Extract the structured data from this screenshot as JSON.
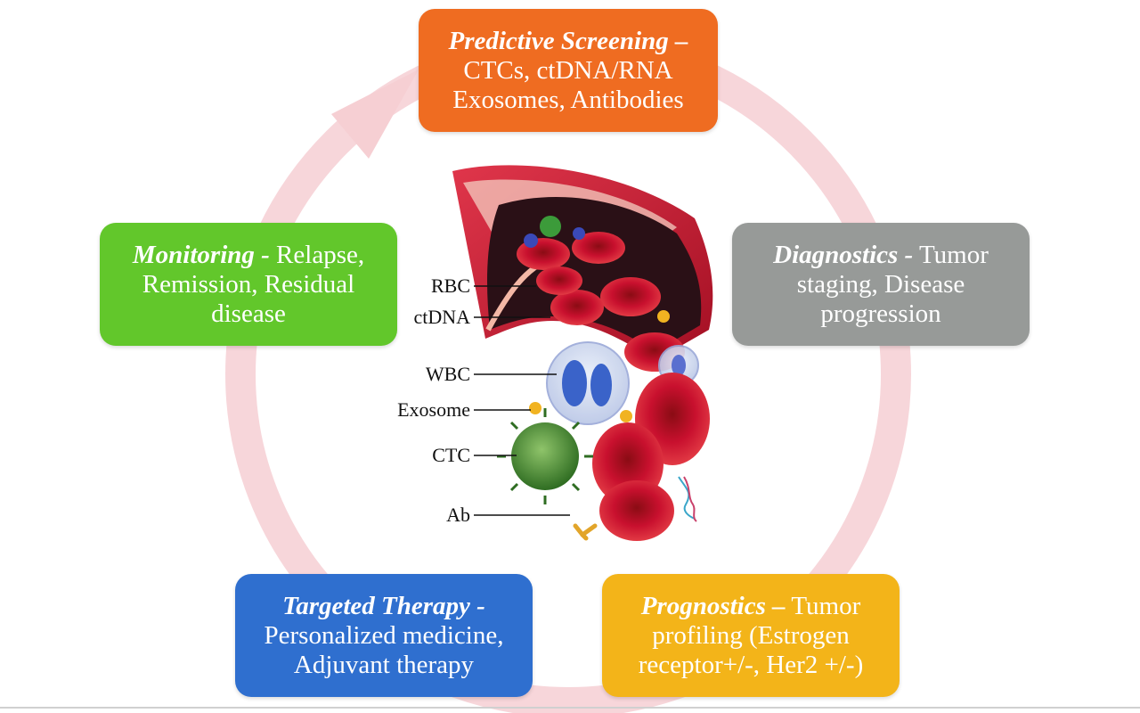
{
  "colors": {
    "cycle_ring": "#f6cfd3",
    "screening": "#ef6c21",
    "monitoring": "#62c72b",
    "diagnostics": "#979a98",
    "therapy": "#2f6fcf",
    "prognostics": "#f3b419",
    "blood_red": "#c8102e"
  },
  "boxes": {
    "screening": {
      "title": "Predictive Screening –",
      "line1": "CTCs, ctDNA/RNA",
      "line2": "Exosomes, Antibodies"
    },
    "monitoring": {
      "title": "Monitoring -",
      "title_rest": " Relapse,",
      "line1": "Remission, Residual",
      "line2": "disease"
    },
    "diagnostics": {
      "title": "Diagnostics -",
      "title_rest": " Tumor",
      "line1": "staging, Disease",
      "line2": "progression"
    },
    "therapy": {
      "title": "Targeted Therapy -",
      "line1": "Personalized medicine,",
      "line2": "Adjuvant therapy"
    },
    "prognostics": {
      "title": "Prognostics –",
      "title_rest": " Tumor",
      "line1": "profiling (Estrogen",
      "line2": "receptor+/-, Her2 +/-)"
    }
  },
  "labels": {
    "rbc": "RBC",
    "ctdna": "ctDNA",
    "wbc": "WBC",
    "exosome": "Exosome",
    "ctc": "CTC",
    "ab": "Ab"
  }
}
